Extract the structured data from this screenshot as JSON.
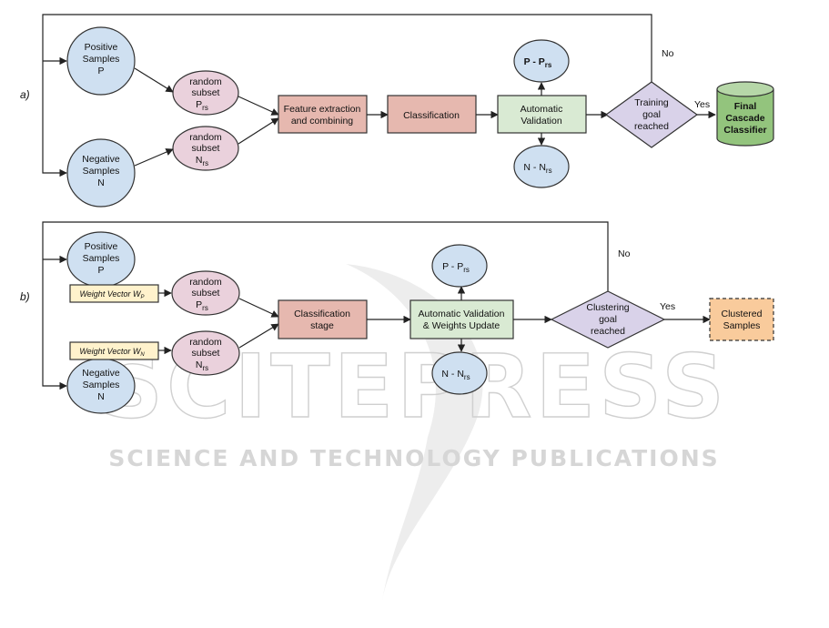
{
  "panel_a": {
    "label": "a)",
    "positive": [
      "Positive",
      "Samples",
      "P"
    ],
    "negative": [
      "Negative",
      "Samples",
      "N"
    ],
    "rs_pos": {
      "line1": "random",
      "line2": "subset",
      "main": "P",
      "sub": "rs"
    },
    "rs_neg": {
      "line1": "random",
      "line2": "subset",
      "main": "N",
      "sub": "rs"
    },
    "feature": [
      "Feature extraction",
      "and combining"
    ],
    "classification": "Classification",
    "validation": [
      "Automatic",
      "Validation"
    ],
    "p_minus": {
      "main": "P - P",
      "sub": "rs"
    },
    "n_minus": {
      "main": "N - N",
      "sub": "rs"
    },
    "goal": [
      "Training",
      "goal",
      "reached"
    ],
    "yes": "Yes",
    "no": "No",
    "final": [
      "Final",
      "Cascade",
      "Classifier"
    ]
  },
  "panel_b": {
    "label": "b)",
    "positive": [
      "Positive",
      "Samples",
      "P"
    ],
    "negative": [
      "Negative",
      "Samples",
      "N"
    ],
    "weight_p": {
      "main": "Weight Vector W",
      "sub": "P"
    },
    "weight_n": {
      "main": "Weight Vector W",
      "sub": "N"
    },
    "rs_pos": {
      "line1": "random",
      "line2": "subset",
      "main": "P",
      "sub": "rs"
    },
    "rs_neg": {
      "line1": "random",
      "line2": "subset",
      "main": "N",
      "sub": "rs"
    },
    "classification": [
      "Classification",
      "stage"
    ],
    "validation": [
      "Automatic Validation",
      "& Weights Update"
    ],
    "p_minus": {
      "main": "P - P",
      "sub": "rs"
    },
    "n_minus": {
      "main": "N - N",
      "sub": "rs"
    },
    "goal": [
      "Clustering",
      "goal",
      "reached"
    ],
    "yes": "Yes",
    "no": "No",
    "clustered": [
      "Clustered",
      "Samples"
    ]
  },
  "watermark": {
    "big": "SCITEPRESS",
    "small": "SCIENCE AND TECHNOLOGY PUBLICATIONS"
  },
  "colors": {
    "blue": "#cfe0f1",
    "pink": "#ead1dc",
    "salmon": "#e6b8af",
    "green": "#d9ead3",
    "lavender": "#d9d2e9",
    "yellow": "#fff2cc",
    "orange": "#f9cb9c",
    "cylinder": "#93c47d",
    "stroke": "#333333"
  }
}
